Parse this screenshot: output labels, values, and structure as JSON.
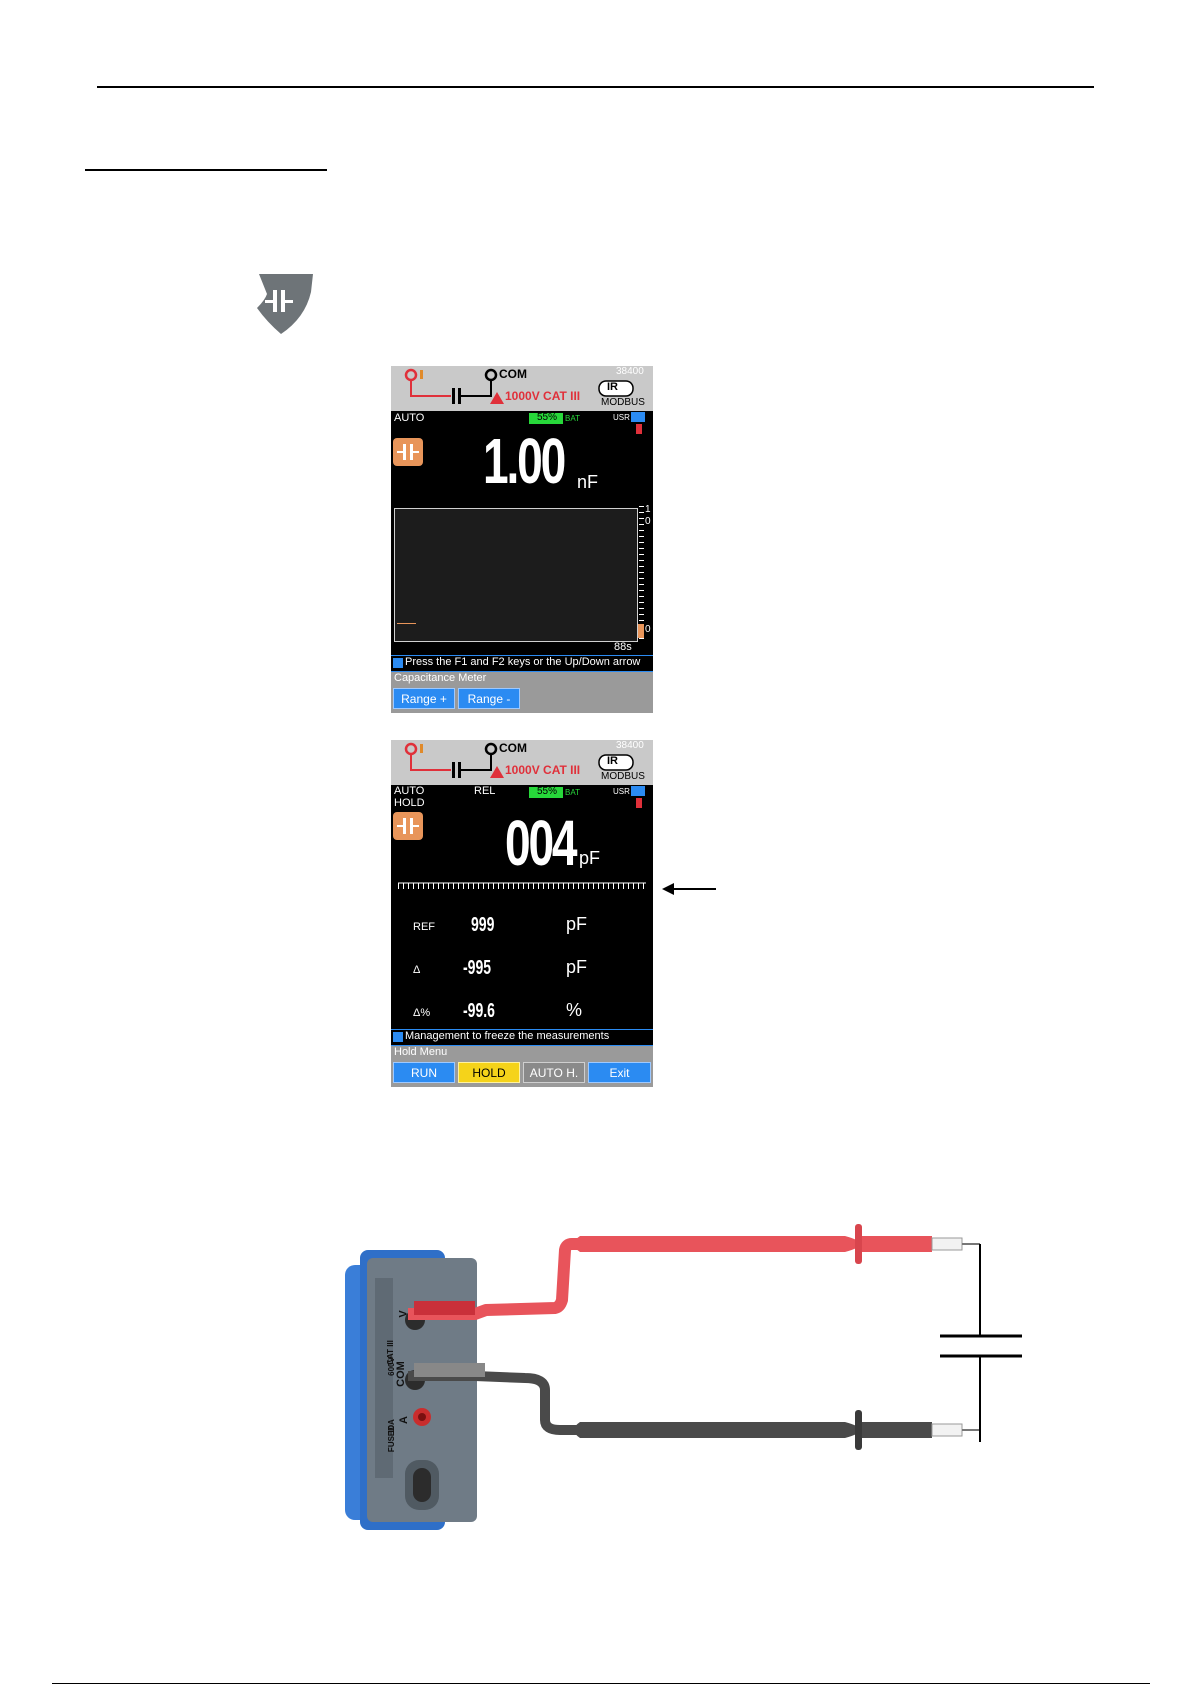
{
  "screen1": {
    "com_label": "COM",
    "cat_label": "1000V CAT III",
    "baud": "38400",
    "ir_label": "IR",
    "modbus_label": "MODBUS",
    "range_mode": "AUTO",
    "battery": "55%",
    "bat_label": "BAT",
    "usr_label": "USR",
    "reading_value": "1.00",
    "reading_unit": "nF",
    "scale_top": "1",
    "scale_top2": "0",
    "scale_bottom": "0",
    "time_label": "88s",
    "info_text": "Press the F1 and F2 keys or the Up/Down arrow",
    "menu_title": "Capacitance Meter",
    "buttons": [
      "Range +",
      "Range -"
    ]
  },
  "screen2": {
    "com_label": "COM",
    "cat_label": "1000V CAT III",
    "baud": "38400",
    "ir_label": "IR",
    "modbus_label": "MODBUS",
    "range_mode": "AUTO",
    "hold_mode": "HOLD",
    "rel_label": "REL",
    "battery": "55%",
    "bat_label": "BAT",
    "usr_label": "USR",
    "reading_value": "004",
    "reading_unit": "pF",
    "rows": [
      {
        "label": "REF",
        "value": "999",
        "unit": "pF"
      },
      {
        "label": "Δ",
        "value": "-995",
        "unit": "pF"
      },
      {
        "label": "Δ%",
        "value": "-99.6",
        "unit": "%"
      }
    ],
    "info_text": "Management to freeze the measurements",
    "menu_title": "Hold Menu",
    "buttons": [
      "RUN",
      "HOLD",
      "AUTO H.",
      "Exit"
    ]
  },
  "meter": {
    "side_text_1": "CAT III",
    "side_text_2": "600V",
    "side_text_3": "10A",
    "side_text_4": "FUSED",
    "terminal_v": "V",
    "terminal_com": "COM",
    "terminal_a": "A"
  },
  "colors": {
    "button_blue": "#2b8bf2",
    "button_yellow": "#f5d31a",
    "button_gray": "#8a8a8a",
    "cap_orange": "#e8955a",
    "probe_red": "#e8545b",
    "probe_black": "#4a4a4a"
  }
}
